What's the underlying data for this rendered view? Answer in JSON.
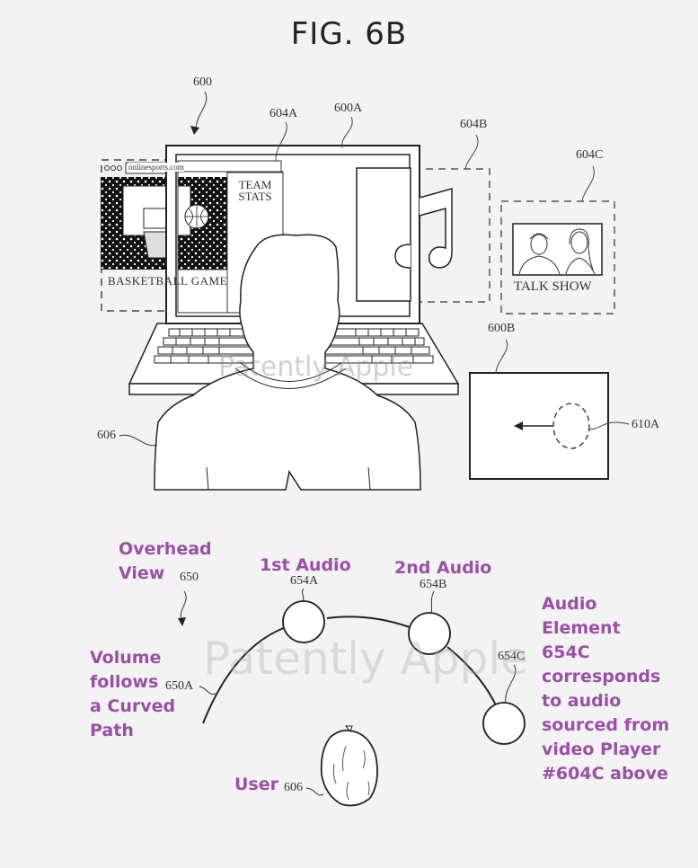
{
  "figure": {
    "title": "FIG. 6B",
    "watermark": "Patently Apple"
  },
  "top_view": {
    "refs": {
      "system": "600",
      "window_a": "604A",
      "display_a": "600A",
      "window_b": "604B",
      "window_c": "604C",
      "display_b": "600B",
      "audio_indicator": "610A",
      "user": "606"
    },
    "browser": {
      "url": "onlinesports.com",
      "caption": "BASKETBALL GAME",
      "side_panel": "TEAM\nSTATS"
    },
    "talk_show": {
      "caption": "TALK SHOW"
    }
  },
  "overhead_view": {
    "refs": {
      "view": "650",
      "path": "650A",
      "audio_a": "654A",
      "audio_b": "654B",
      "audio_c": "654C",
      "user": "606"
    },
    "annotations": {
      "overhead": "Overhead\nView",
      "first_audio": "1st Audio",
      "second_audio": "2nd Audio",
      "volume": "Volume\nfollows\na Curved\nPath",
      "element_c": "Audio\nElement\n654C\ncorresponds\nto audio\nsourced from\nvideo Player\n#604C above",
      "user": "User"
    },
    "colors": {
      "annotation": "#9b4fa6"
    }
  }
}
